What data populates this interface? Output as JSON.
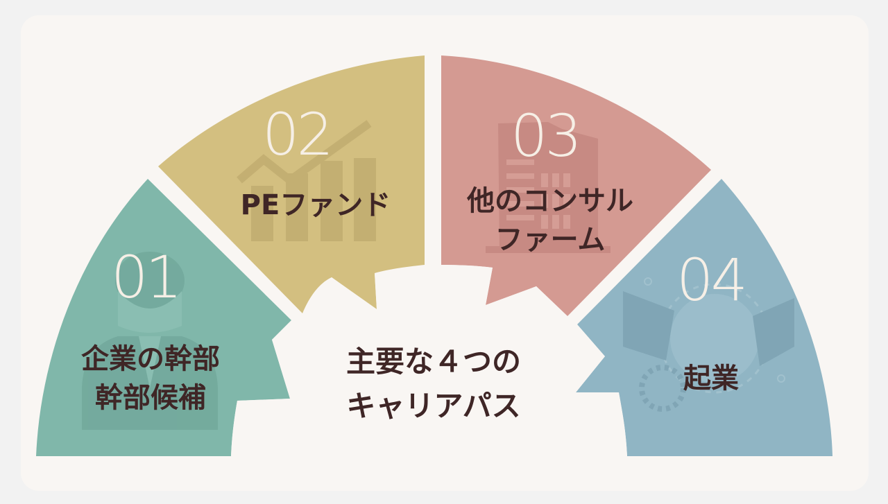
{
  "diagram": {
    "title_line1": "主要な４つの",
    "title_line2": "キャリアパス",
    "colors": {
      "background": "#f2f2f2",
      "card": "#f9f6f3",
      "text": "#3f2626",
      "number": "#f6efe6"
    },
    "segments": [
      {
        "number": "01",
        "label_line1": "企業の幹部",
        "label_line2": "幹部候補",
        "color": "#80b7aa",
        "icon": "businessman-icon"
      },
      {
        "number": "02",
        "label_line1": "PEファンド",
        "label_line2": "",
        "color": "#d3bf80",
        "icon": "growth-chart-icon"
      },
      {
        "number": "03",
        "label_line1": "他のコンサル",
        "label_line2": "ファーム",
        "color": "#d49a92",
        "icon": "office-building-icon"
      },
      {
        "number": "04",
        "label_line1": "起業",
        "label_line2": "",
        "color": "#90b5c4",
        "icon": "handshake-icon"
      }
    ]
  }
}
